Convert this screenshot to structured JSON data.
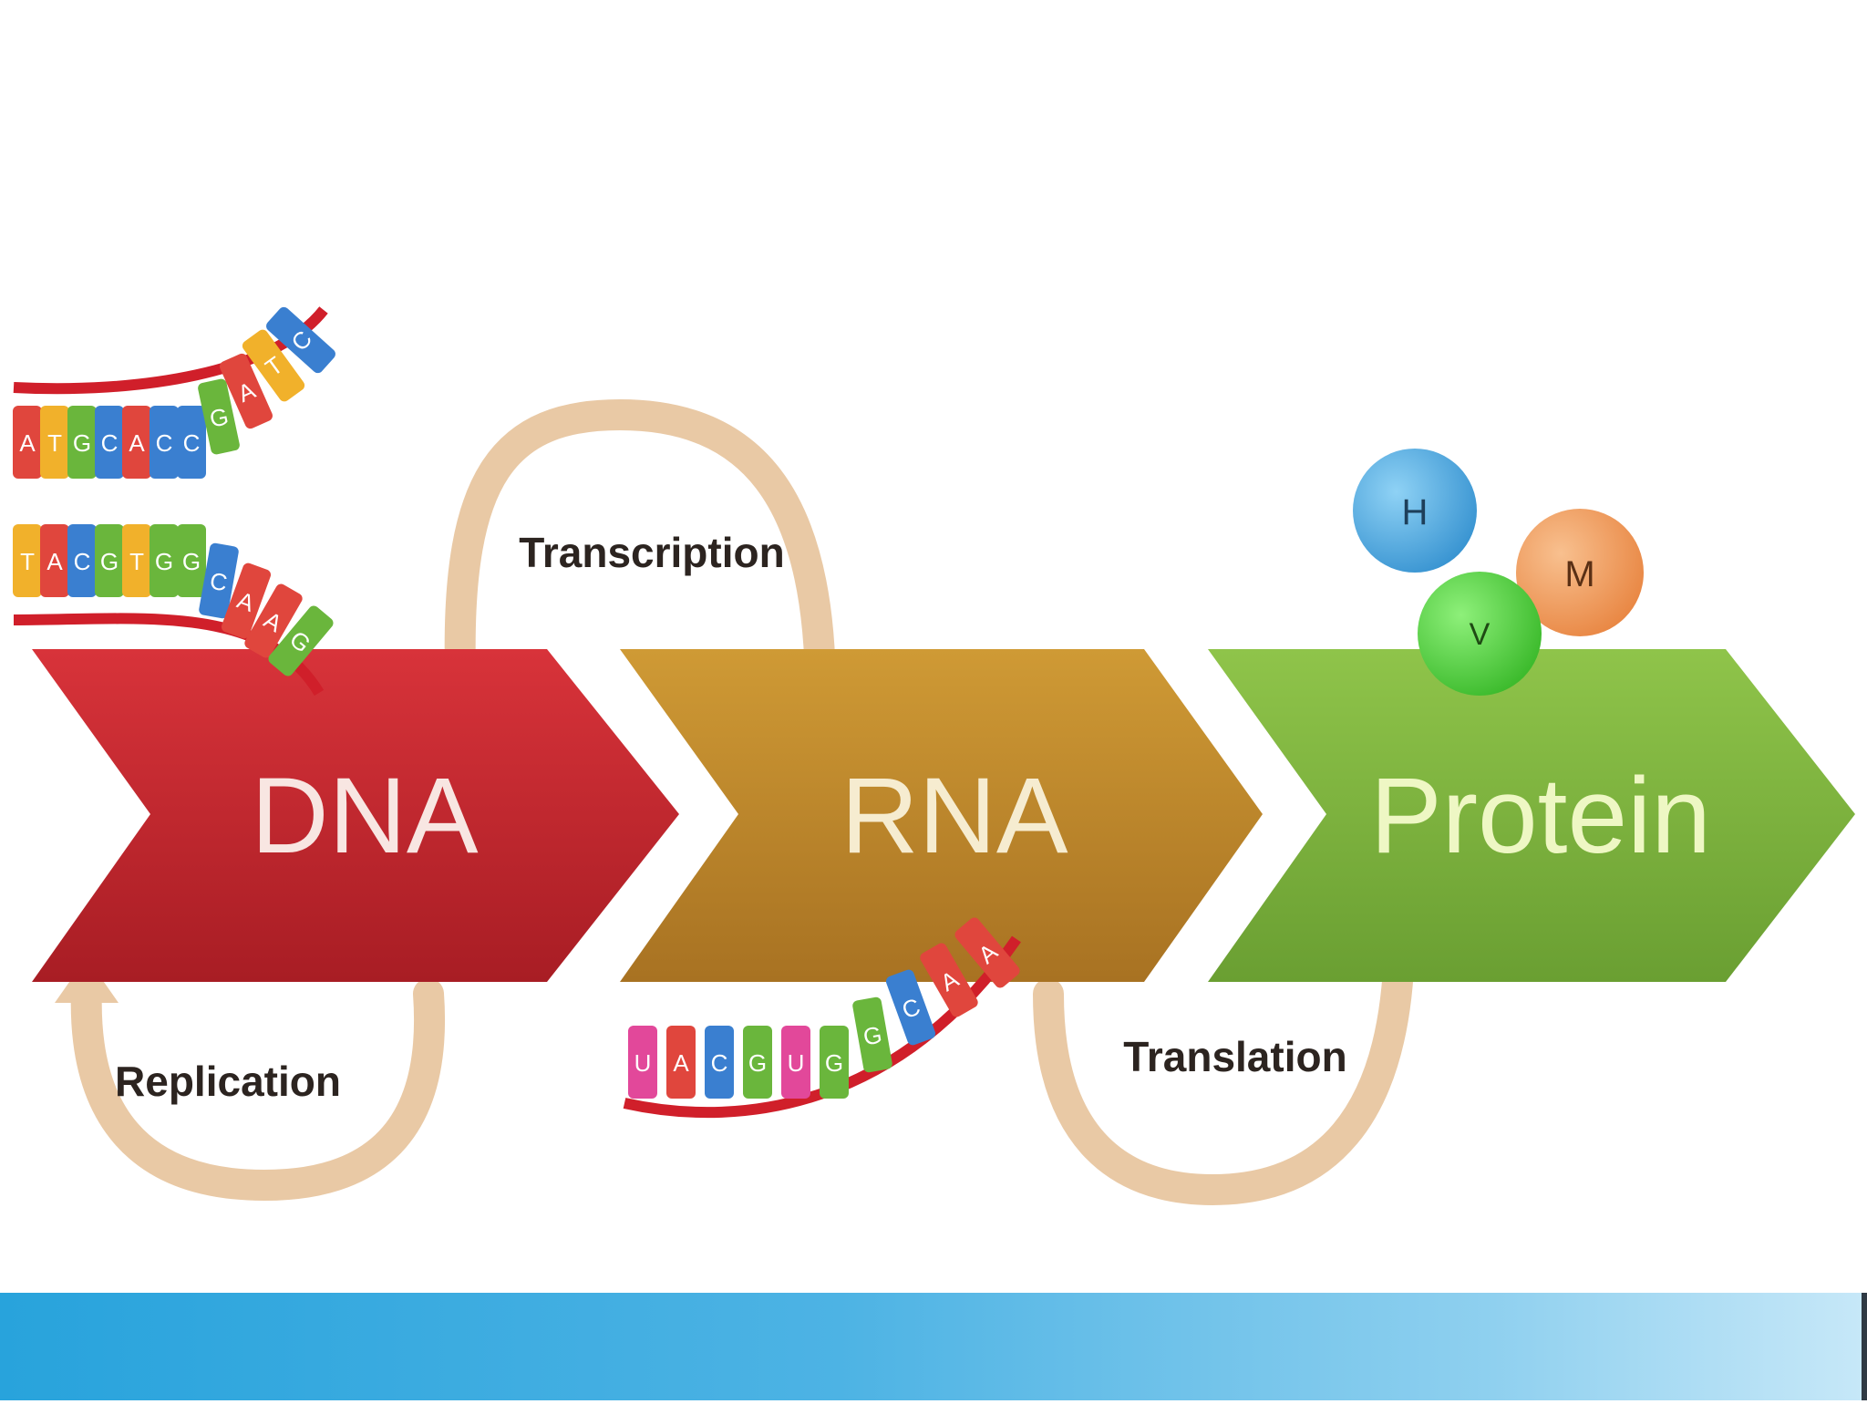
{
  "stages": [
    {
      "label": "DNA",
      "color": "#c9262f"
    },
    {
      "label": "RNA",
      "color": "#c18a2c"
    },
    {
      "label": "Protein",
      "color": "#7fb440"
    }
  ],
  "processes": {
    "transcription": "Transcription",
    "replication": "Replication",
    "translation": "Translation"
  },
  "protein_spheres": [
    {
      "letter": "H",
      "color": "#4aa9e0"
    },
    {
      "letter": "V",
      "color": "#54d23e"
    },
    {
      "letter": "M",
      "color": "#f29a5a"
    }
  ],
  "dna_strand": {
    "top_bases": [
      "A",
      "T",
      "G",
      "C",
      "A",
      "C",
      "C",
      "G",
      "A",
      "T",
      "C"
    ],
    "bottom_bases": [
      "T",
      "A",
      "C",
      "G",
      "T",
      "G",
      "G",
      "C",
      "A",
      "A",
      "G"
    ]
  },
  "rna_strand": {
    "bases": [
      "U",
      "A",
      "C",
      "G",
      "U",
      "G",
      "G",
      "C",
      "A",
      "A"
    ]
  },
  "colors": {
    "arrow_loop": "#e9c9a5",
    "footer_start": "#28a3dc",
    "footer_end": "#c7e8f8"
  }
}
